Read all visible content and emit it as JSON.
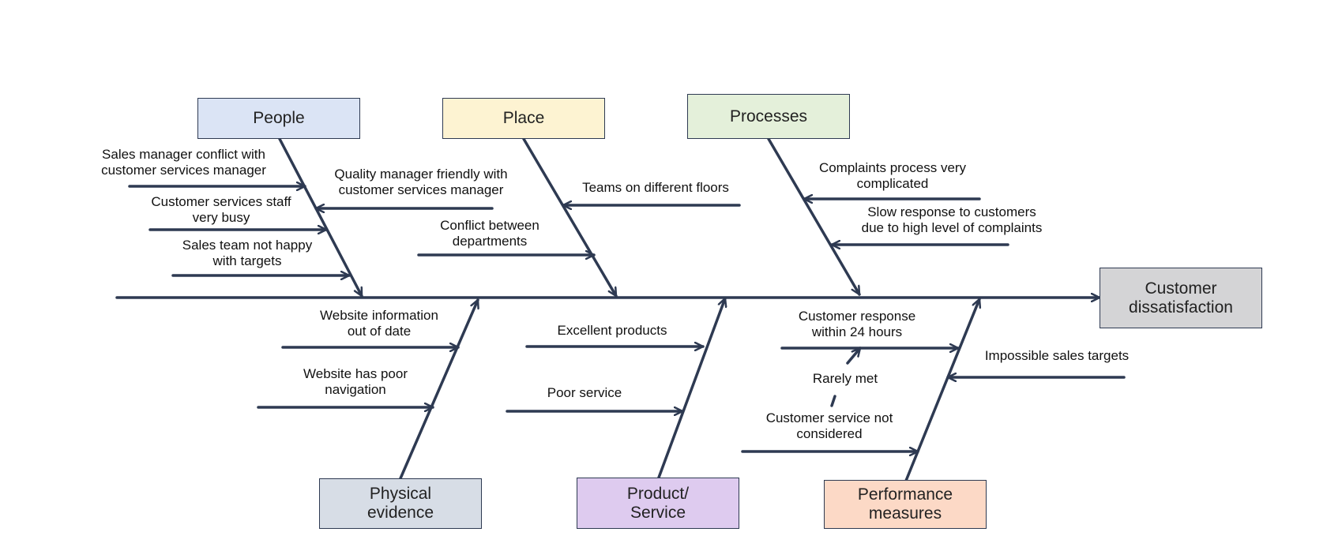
{
  "effect": "Customer\ndissatisfaction",
  "categories": {
    "people": "People",
    "place": "Place",
    "processes": "Processes",
    "physical_evidence": "Physical\nevidence",
    "product_service": "Product/\nService",
    "performance_measures": "Performance\nmeasures"
  },
  "causes": {
    "people": [
      "Sales manager conflict with\ncustomer services manager",
      "Customer services staff\nvery busy",
      "Sales team not happy\nwith targets",
      "Quality manager friendly with\ncustomer services manager"
    ],
    "place": [
      "Teams on different floors",
      "Conflict between\ndepartments"
    ],
    "processes": [
      "Complaints process very\ncomplicated",
      "Slow response to customers\ndue to high level of complaints"
    ],
    "physical_evidence": [
      "Website information\nout of date",
      "Website has poor\nnavigation"
    ],
    "product_service": [
      "Excellent products",
      "Poor service"
    ],
    "performance_measures": [
      "Customer response\nwithin 24 hours",
      "Rarely met",
      "Customer service not\nconsidered",
      "Impossible sales targets"
    ]
  },
  "colors": {
    "line": "#2e3a52",
    "people": "#dbe4f5",
    "place": "#fdf3d2",
    "processes": "#e4f0da",
    "physical_evidence": "#d7dde6",
    "product_service": "#decbef",
    "performance_measures": "#fcd9c6",
    "effect": "#d4d4d6"
  }
}
